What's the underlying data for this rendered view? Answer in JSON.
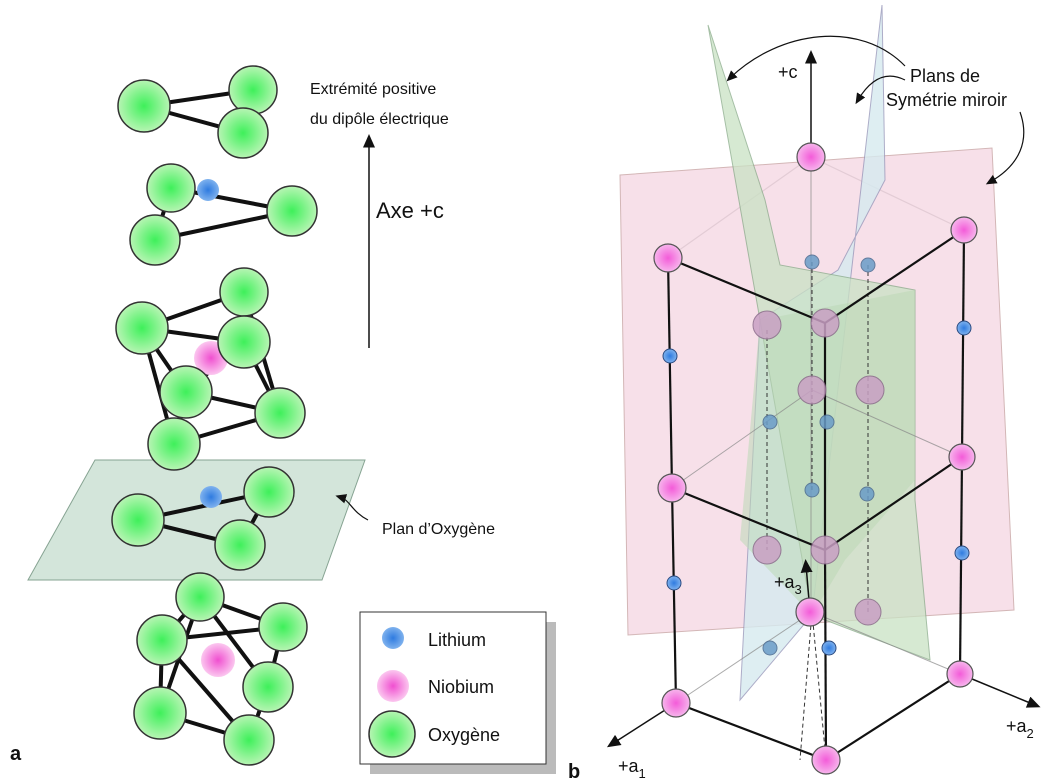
{
  "panel_a": {
    "letter": "a",
    "dipole_line1": "Extrémité positive",
    "dipole_line2": "du dipôle électrique",
    "axis_label": "Axe +c",
    "oxygen_plane_label": "Plan d’Oxygène"
  },
  "legend": {
    "lithium": "Lithium",
    "niobium": "Niobium",
    "oxygen": "Oxygène"
  },
  "panel_b": {
    "letter": "b",
    "c_axis": "+c",
    "planes_line1": "Plans de",
    "planes_line2": "Symétrie miroir",
    "a1": "+a",
    "a1_sub": "1",
    "a2": "+a",
    "a2_sub": "2",
    "a3": "+a",
    "a3_sub": "3"
  },
  "colors": {
    "oxygen": "#5ee66a",
    "lithium": "#3a7fd8",
    "niobium": "#f06ad8",
    "oxygen_plane": "#cfe3d6",
    "mirror_pink": "#f6dbe6",
    "mirror_green": "#c9e2c4",
    "mirror_blue": "#d6ebf0"
  }
}
